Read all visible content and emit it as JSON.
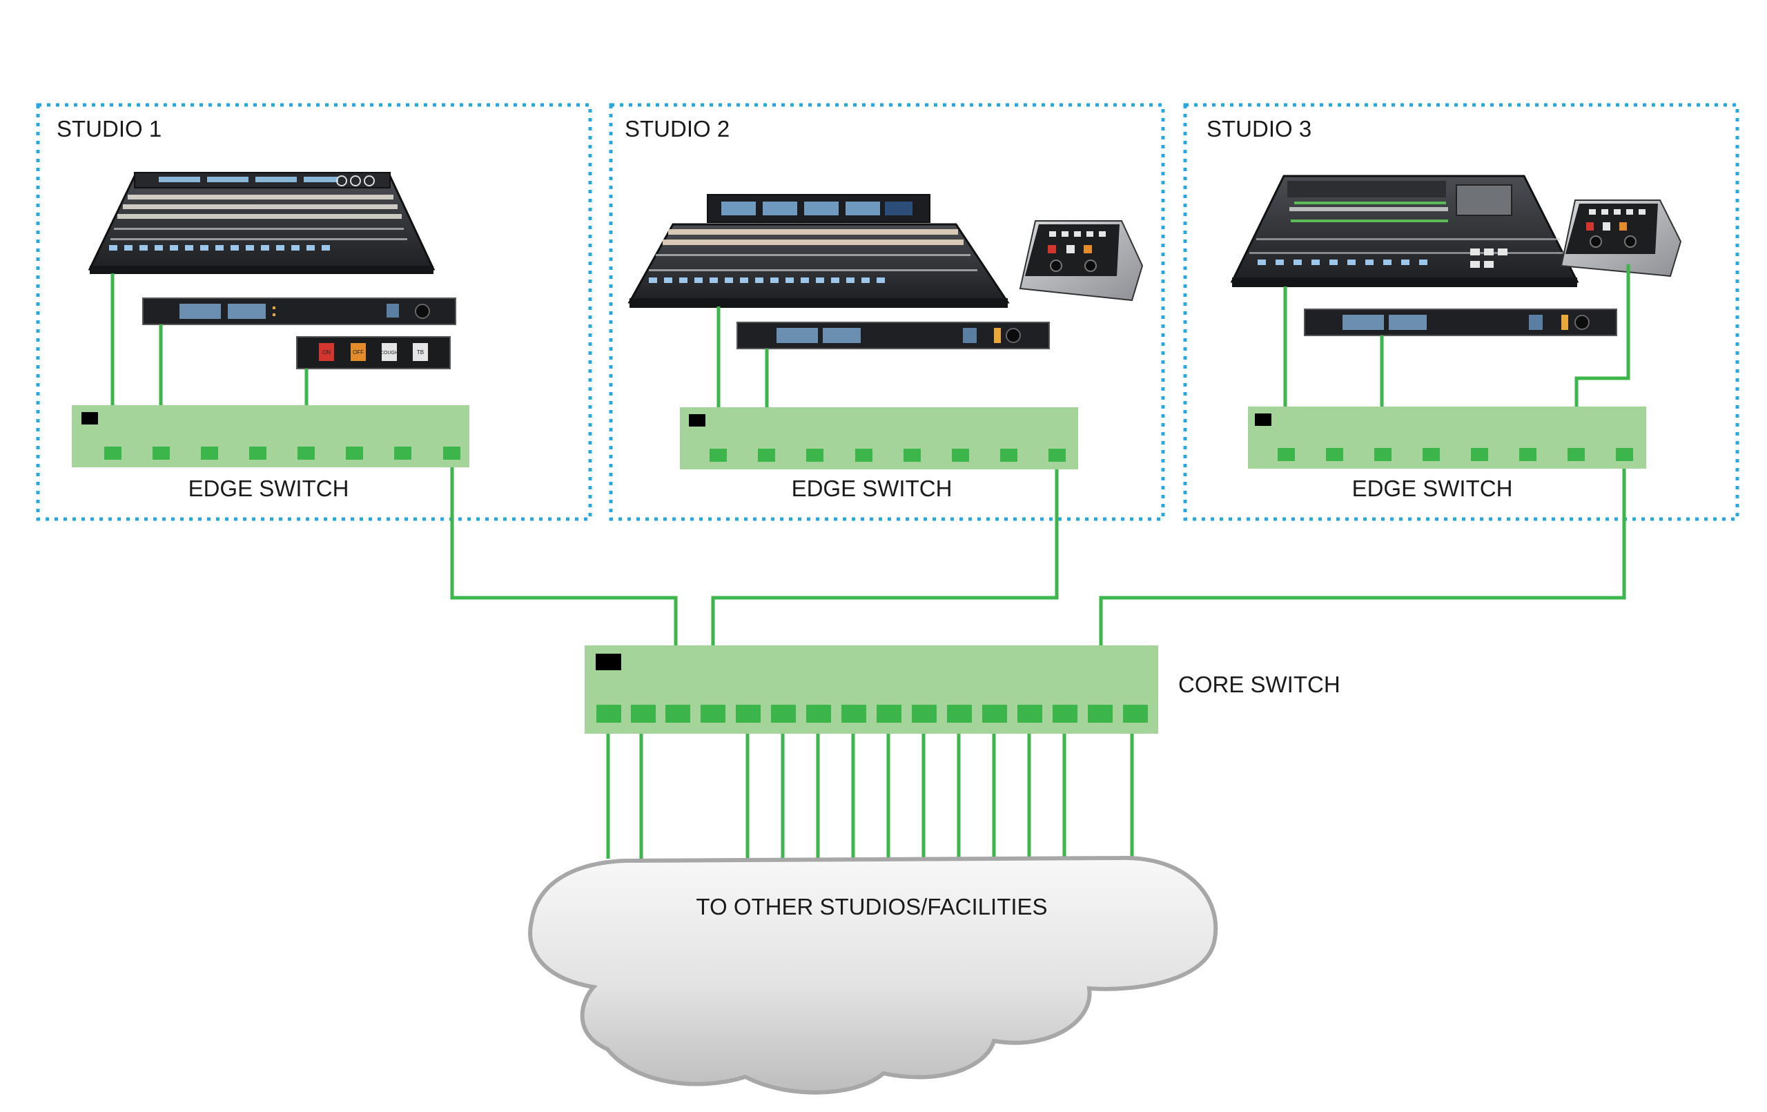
{
  "studios": [
    {
      "label": "STUDIO 1",
      "switch_label": "EDGE SWITCH",
      "devices": [
        "mixing-console",
        "audio-interface",
        "button-panel"
      ]
    },
    {
      "label": "STUDIO 2",
      "switch_label": "EDGE SWITCH",
      "devices": [
        "mixing-console",
        "audio-interface",
        "talent-panel"
      ]
    },
    {
      "label": "STUDIO 3",
      "switch_label": "EDGE SWITCH",
      "devices": [
        "mixing-console",
        "audio-interface",
        "talent-panel"
      ]
    }
  ],
  "core_switch": {
    "label": "CORE SWITCH",
    "port_count": 16
  },
  "cloud": {
    "label": "TO OTHER STUDIOS/FACILITIES"
  },
  "button_panel_buttons": [
    "ON",
    "OFF",
    "COUGH",
    "TB"
  ],
  "colors": {
    "studio_border": "#29a8df",
    "switch_fill": "#a5d49a",
    "port": "#3cb54a",
    "cable": "#3cb54a",
    "cloud_light": "#f7f7f7",
    "cloud_dark": "#c0c0c0",
    "cloud_outline": "#a7a7a7",
    "device_body": "#2b2d30"
  }
}
